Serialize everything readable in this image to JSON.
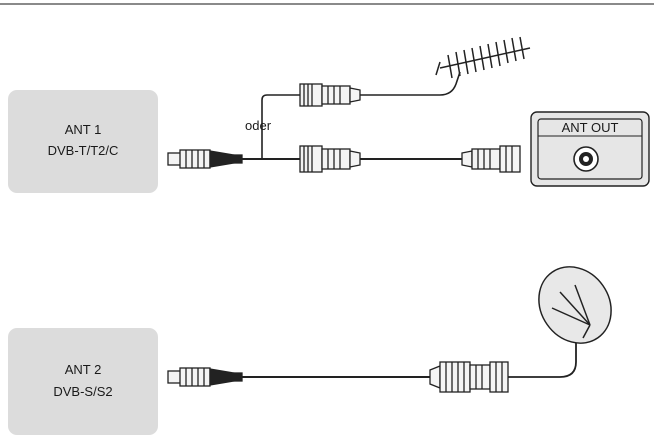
{
  "antenna_section": {
    "port_line1": "ANT 1",
    "port_line2": "DVB-T/T2/C",
    "alt_label": "oder",
    "wall_outlet_label": "ANT OUT"
  },
  "satellite_section": {
    "port_line1": "ANT 2",
    "port_line2": "DVB-S/S2"
  },
  "colors": {
    "box_fill": "#dcdcdc",
    "outlet_fill": "#e6e6e6",
    "line": "#222222",
    "connector_fill": "#f4f4f4"
  },
  "icons": [
    "terrestrial-antenna-icon",
    "satellite-dish-icon",
    "wall-outlet-icon",
    "coax-connector-icon",
    "f-connector-icon"
  ]
}
